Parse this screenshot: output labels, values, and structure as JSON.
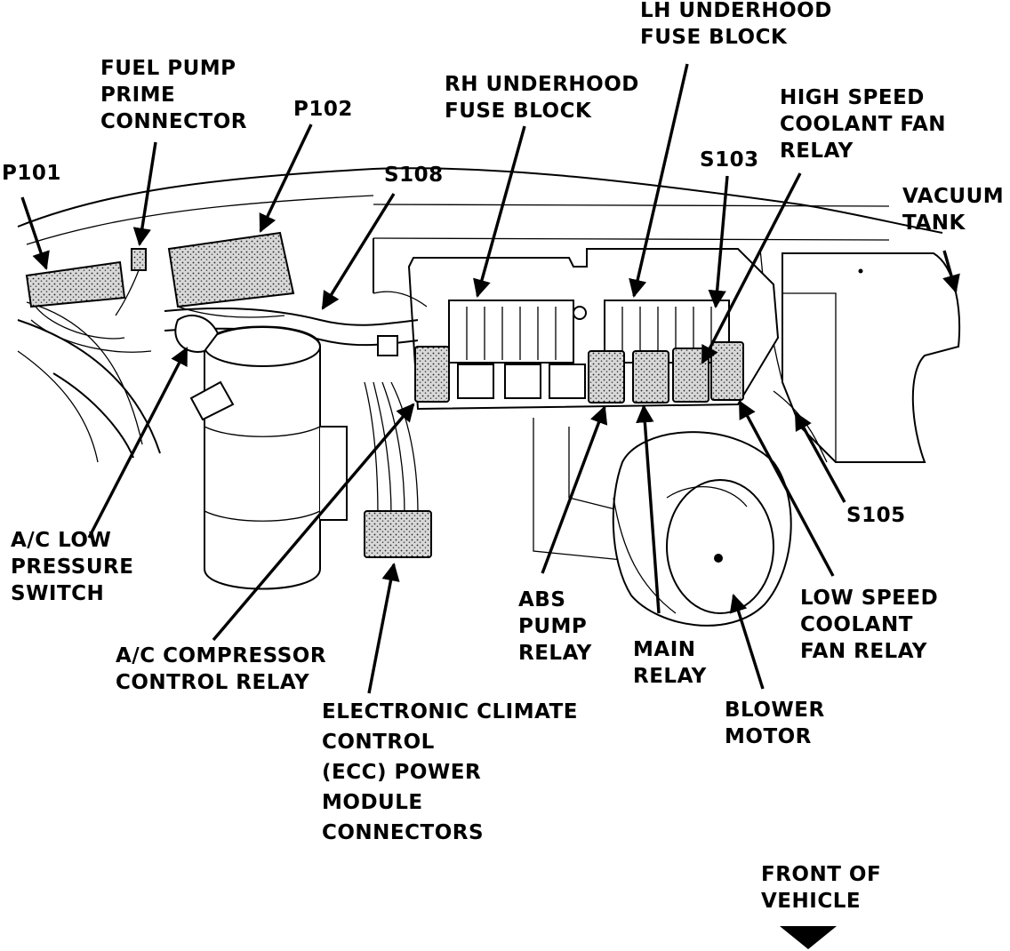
{
  "labels": {
    "fuel_pump_prime_connector": [
      "FUEL PUMP",
      "PRIME",
      "CONNECTOR"
    ],
    "p101": [
      "P101"
    ],
    "p102": [
      "P102"
    ],
    "s108": [
      "S108"
    ],
    "rh_underhood_fuse_block": [
      "RH UNDERHOOD",
      "FUSE BLOCK"
    ],
    "lh_underhood_fuse_block": [
      "LH UNDERHOOD",
      "FUSE BLOCK"
    ],
    "high_speed_coolant_fan_relay": [
      "HIGH SPEED",
      "COOLANT FAN",
      "RELAY"
    ],
    "s103": [
      "S103"
    ],
    "vacuum_tank": [
      "VACUUM",
      "TANK"
    ],
    "s105": [
      "S105"
    ],
    "ac_low_pressure_switch": [
      "A/C LOW",
      "PRESSURE",
      "SWITCH"
    ],
    "ac_compressor_control_relay": [
      "A/C COMPRESSOR",
      "CONTROL RELAY"
    ],
    "ecc_power_module_connectors": [
      "ELECTRONIC CLIMATE",
      "CONTROL",
      "(ECC) POWER",
      "MODULE",
      "CONNECTORS"
    ],
    "abs_pump_relay": [
      "ABS",
      "PUMP",
      "RELAY"
    ],
    "main_relay": [
      "MAIN",
      "RELAY"
    ],
    "low_speed_coolant_fan_relay": [
      "LOW SPEED",
      "COOLANT",
      "FAN RELAY"
    ],
    "blower_motor": [
      "BLOWER",
      "MOTOR"
    ],
    "front_of_vehicle": [
      "FRONT OF",
      "VEHICLE"
    ]
  },
  "icons": {
    "front_direction": "down-arrow-icon"
  }
}
